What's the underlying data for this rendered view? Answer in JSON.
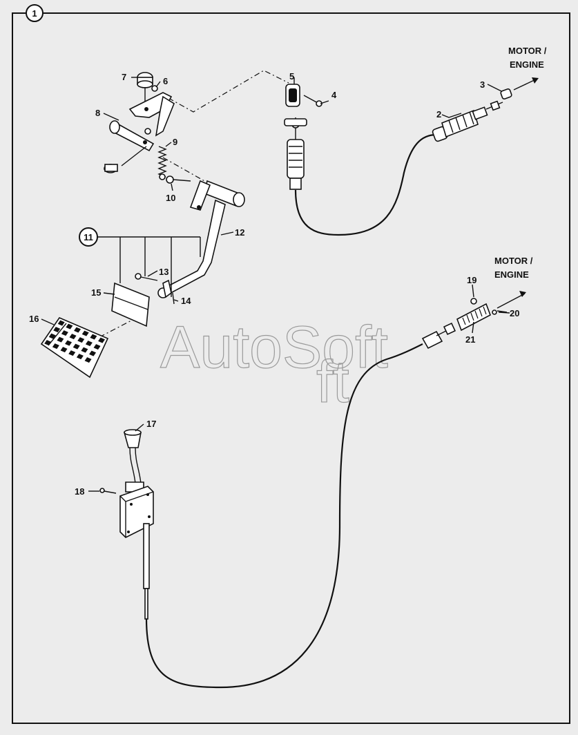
{
  "diagram": {
    "group_label": "1",
    "destination_top": [
      "MOTOR /",
      "ENGINE"
    ],
    "destination_bottom": [
      "MOTOR /",
      "ENGINE"
    ],
    "callout_group": "11",
    "part_numbers": [
      "2",
      "3",
      "4",
      "5",
      "6",
      "7",
      "8",
      "9",
      "10",
      "12",
      "13",
      "14",
      "15",
      "16",
      "17",
      "18",
      "19",
      "20",
      "21"
    ],
    "watermark": "AutoSoft"
  }
}
